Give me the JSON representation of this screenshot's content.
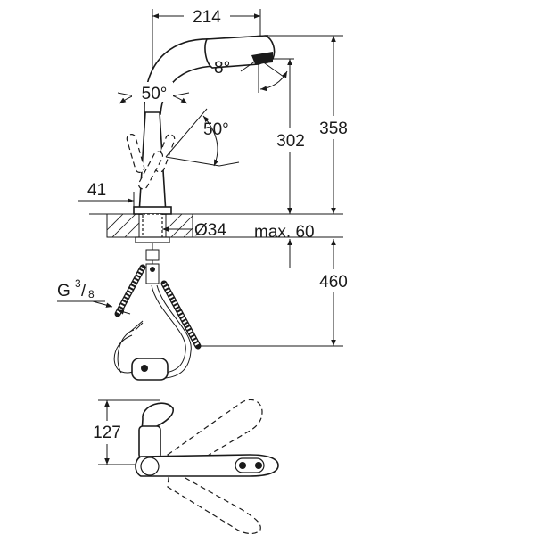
{
  "dimensions": {
    "spout_reach": "214",
    "spray_angle": "8°",
    "lever_swing": "50°",
    "lever_tilt": "50°",
    "spout_height": "302",
    "overall_height": "358",
    "base_offset": "41",
    "hole_diameter": "Ø34",
    "deck_thickness": "max. 60",
    "hose_length": "460",
    "thread_main": "G",
    "thread_num": "3",
    "thread_den": "8",
    "plan_depth": "127"
  }
}
